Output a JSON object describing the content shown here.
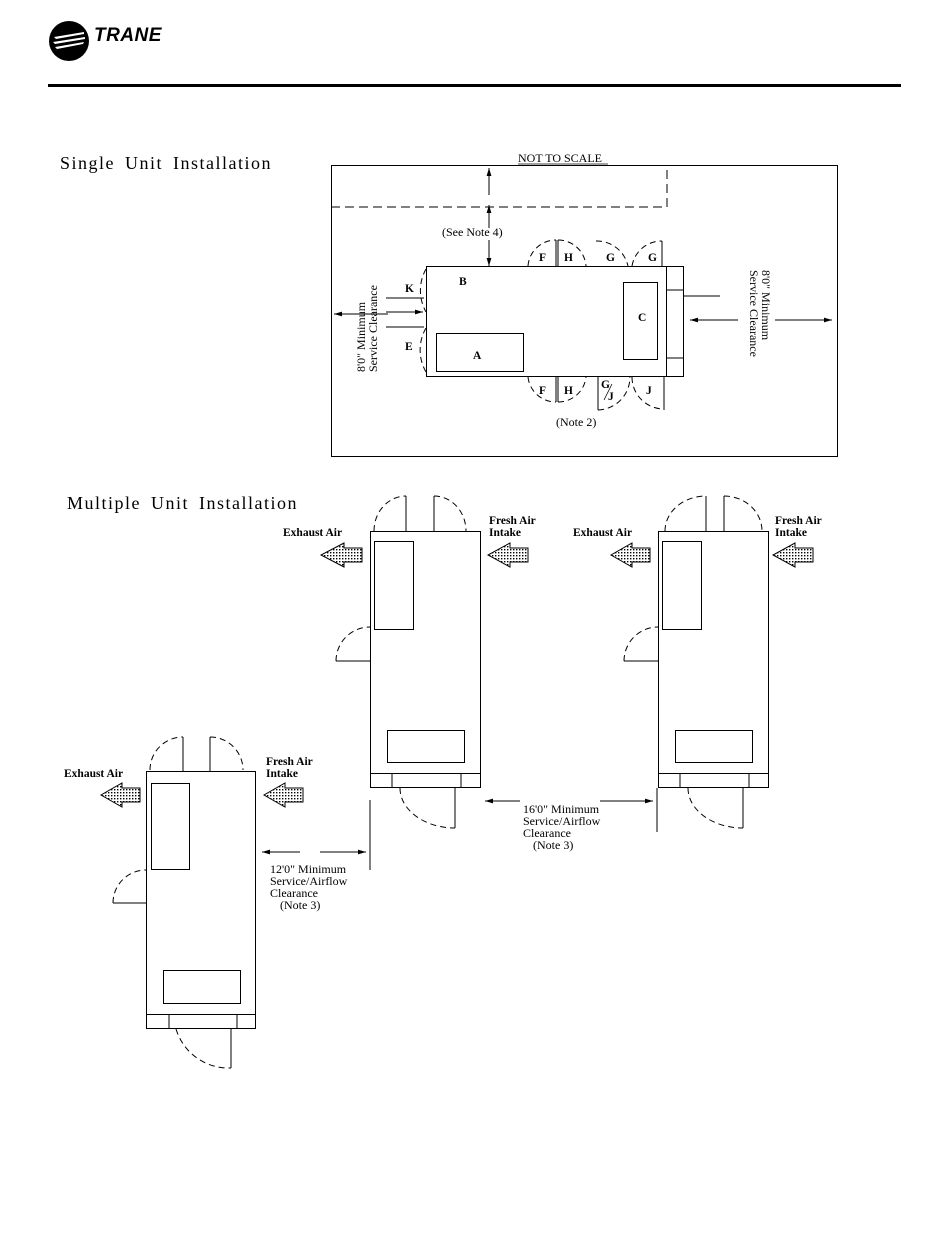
{
  "header": {
    "brand": "TRANE",
    "logo_icon": "trane-logo-icon"
  },
  "single": {
    "title": "Single Unit Installation",
    "not_to_scale": "NOT TO SCALE",
    "see_note": "(See Note 4)",
    "note2": "(Note 2)",
    "left_clearance_1": "8'0\" Minimum",
    "left_clearance_2": "Service Clearance",
    "right_clearance_1": "8'0\" Minimum",
    "right_clearance_2": "Service Clearance",
    "labels": {
      "a": "A",
      "b": "B",
      "c": "C",
      "e": "E",
      "k": "K",
      "f_top": "F",
      "h_top": "H",
      "g_top1": "G",
      "g_top2": "G",
      "f_bottom": "F",
      "h_bottom": "H",
      "gj_g": "G",
      "gj_j": "J",
      "j": "J"
    }
  },
  "multiple": {
    "title": "Multiple Unit Installation",
    "exhaust_air": "Exhaust Air",
    "fresh_air_1": "Fresh Air",
    "fresh_air_2": "Intake",
    "clear12": [
      "12'0\" Minimum",
      "Service/Airflow",
      "Clearance",
      "(Note 3)"
    ],
    "clear16": [
      "16'0\" Minimum",
      "Service/Airflow",
      "Clearance",
      "(Note 3)"
    ]
  }
}
